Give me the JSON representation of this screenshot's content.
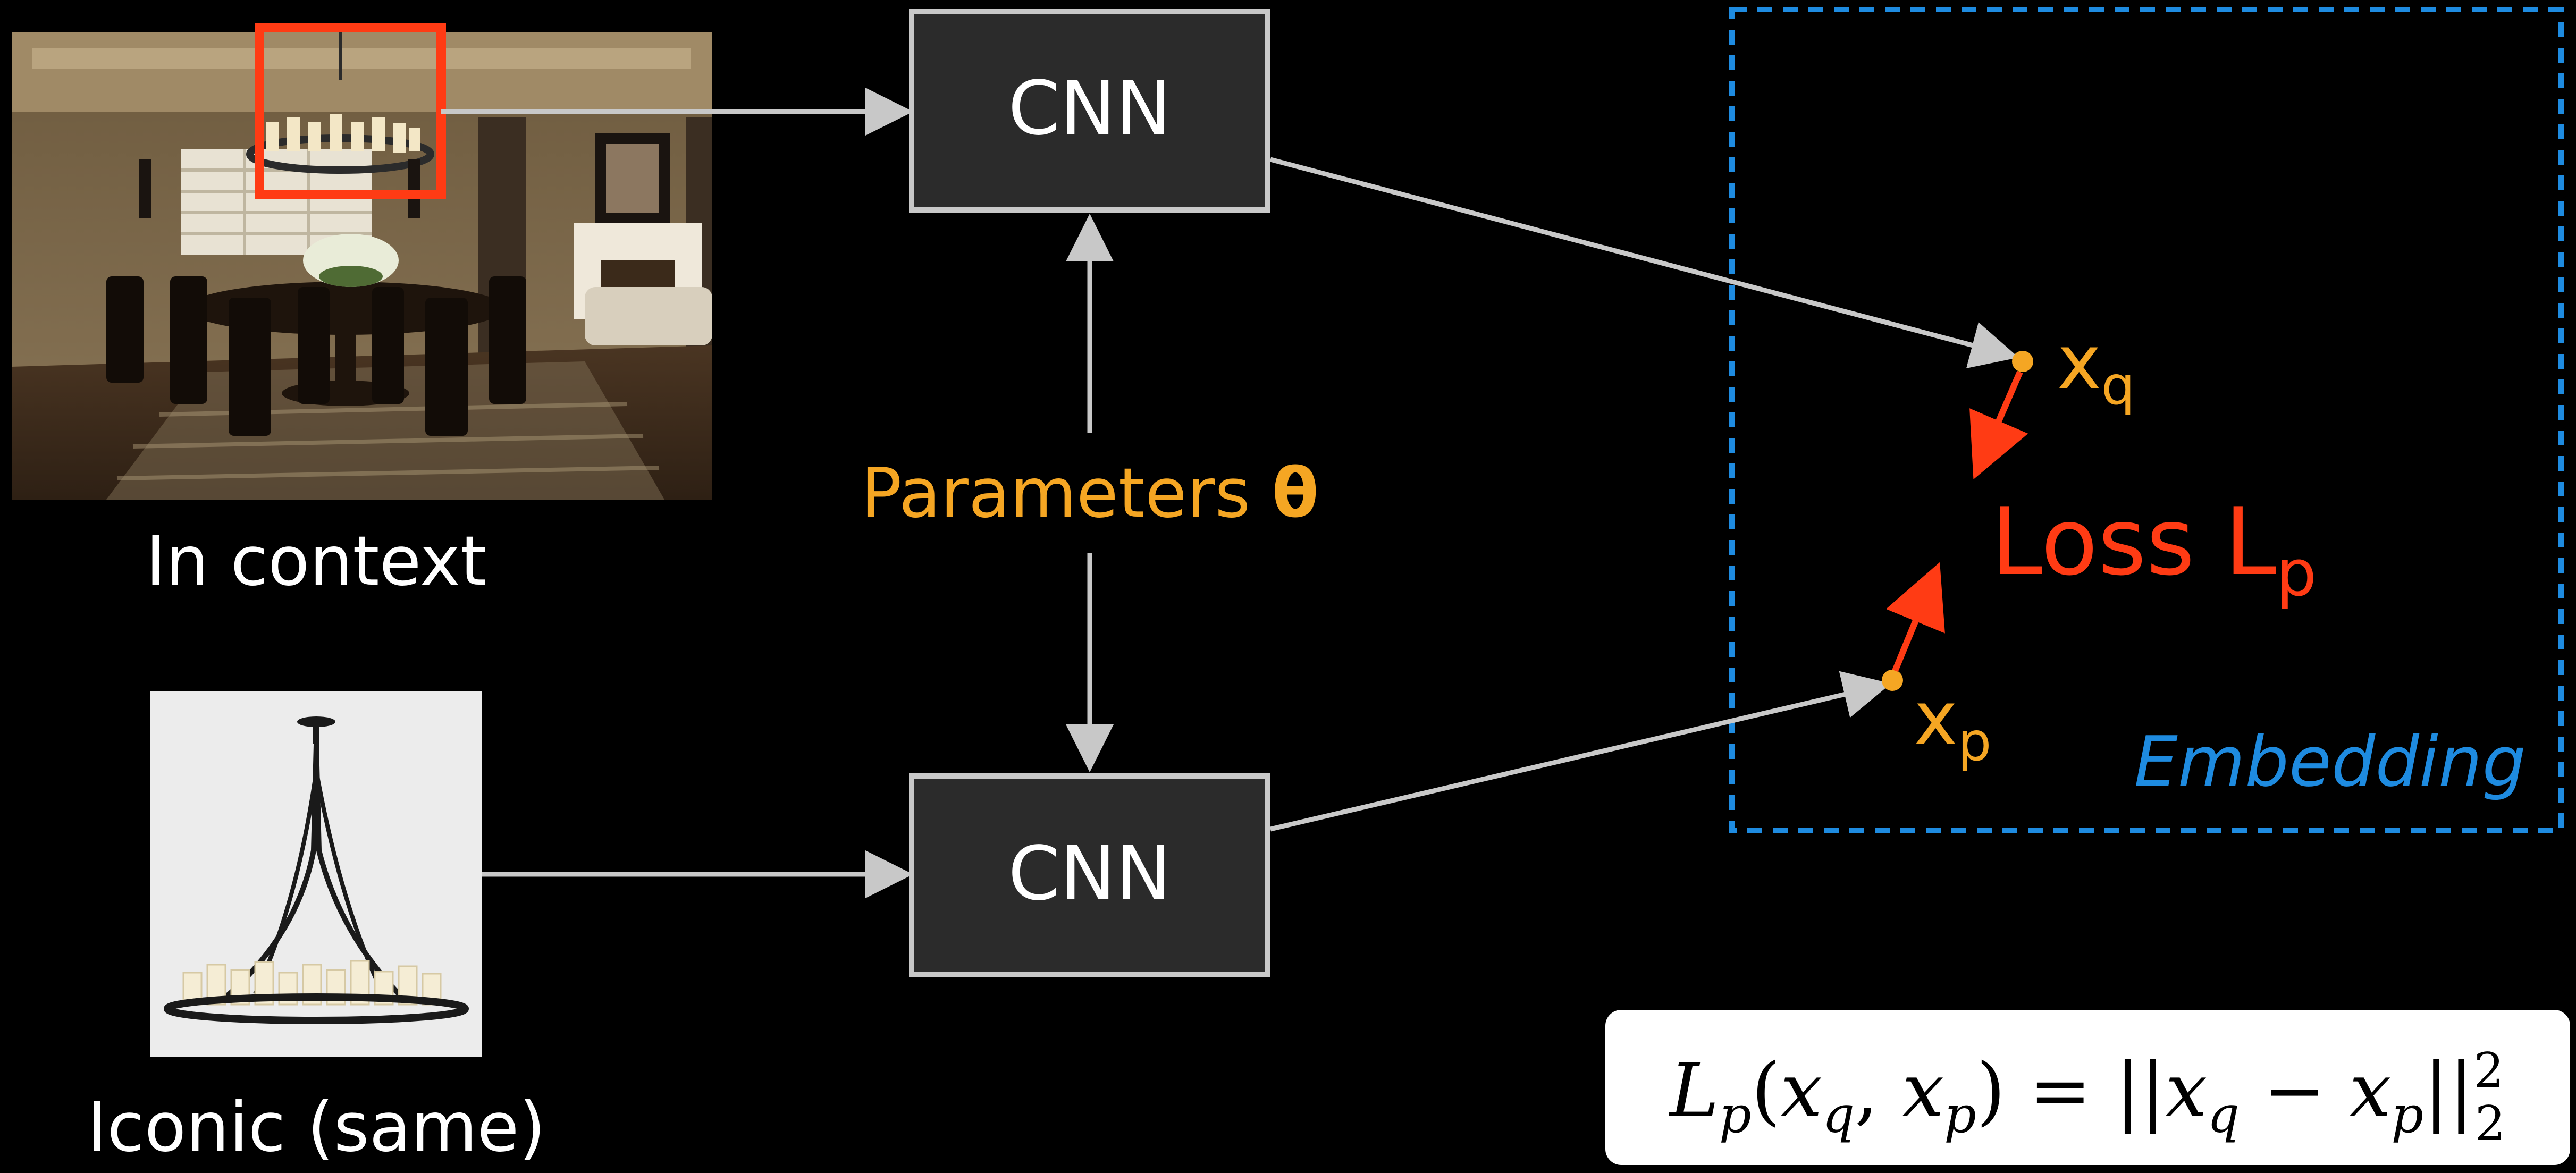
{
  "colors": {
    "background": "#000000",
    "box_fill": "#2b2b2b",
    "box_stroke": "#c8c8c8",
    "arrow": "#c8c8c8",
    "label_white": "#ffffff",
    "orange": "#f5a623",
    "red": "#ff3b14",
    "blue": "#1e8be0",
    "formula_bg": "#ffffff"
  },
  "images": {
    "context_photo": {
      "icon": "dining-room-photo",
      "caption": "In context"
    },
    "iconic_photo": {
      "icon": "candle-chandelier-product-photo",
      "caption": "Iconic (same)"
    }
  },
  "network": {
    "top_label": "CNN",
    "bottom_label": "CNN",
    "params_text": "Parameters",
    "params_symbol": "θ"
  },
  "embedding": {
    "label": "Embedding",
    "xq_base": "x",
    "xq_sub": "q",
    "xp_base": "x",
    "xp_sub": "p",
    "loss_text": "Loss L",
    "loss_sub": "p"
  },
  "formula": {
    "lhs_L": "L",
    "lhs_sub": "p",
    "lhs_open": "(",
    "arg1": "x",
    "arg1_sub": "q",
    "comma": ",",
    "arg2": "x",
    "arg2_sub": "p",
    "lhs_close": ")",
    "equals": "=",
    "norm_open": "||",
    "term1": "x",
    "term1_sub": "q",
    "minus": "−",
    "term2": "x",
    "term2_sub": "p",
    "norm_close": "||",
    "exp": "2",
    "norm_sub": "2"
  }
}
